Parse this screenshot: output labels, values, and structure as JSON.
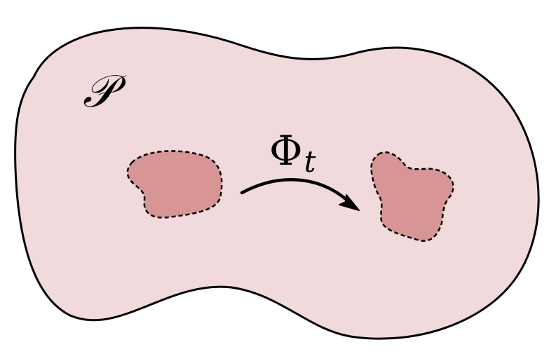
{
  "diagram": {
    "space_label": "𝒫",
    "map_label": {
      "symbol": "Φ",
      "subscript": "t"
    },
    "colors": {
      "background": "#ffffff",
      "space_fill": "#f0dadc",
      "region_fill": "#d79596",
      "stroke": "#000000"
    }
  }
}
